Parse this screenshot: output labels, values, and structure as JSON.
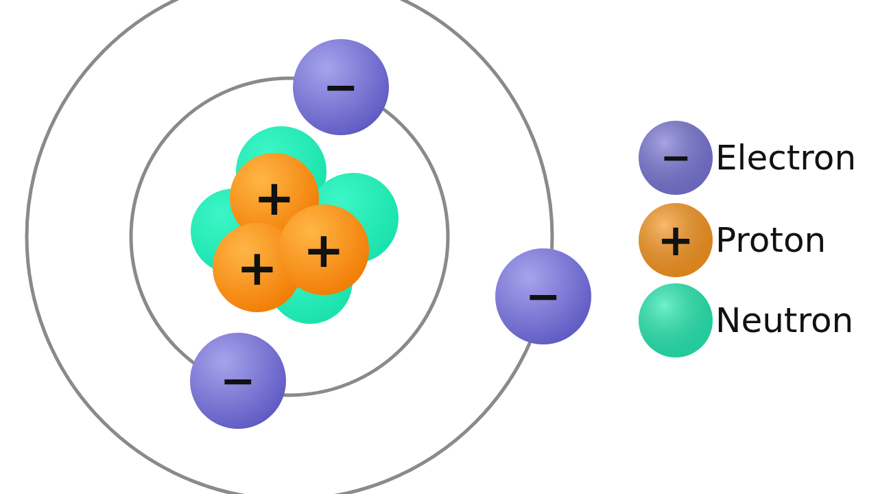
{
  "diagram": {
    "nodes": [
      {
        "text": [
          "−"
        ]
      },
      {
        "text": [
          "+"
        ]
      },
      {
        "text": [
          "+"
        ]
      },
      {
        "text": [
          "+"
        ]
      },
      {
        "text": [
          "−"
        ]
      },
      {
        "text": [
          "−"
        ]
      }
    ],
    "labels": [
      "−",
      "+"
    ],
    "legend": [
      {
        "text": "Electron",
        "color": "#7773d4"
      },
      {
        "text": "Proton",
        "color": "#f7941d"
      },
      {
        "text": "Neutron",
        "color": "#22e8b0"
      }
    ]
  }
}
